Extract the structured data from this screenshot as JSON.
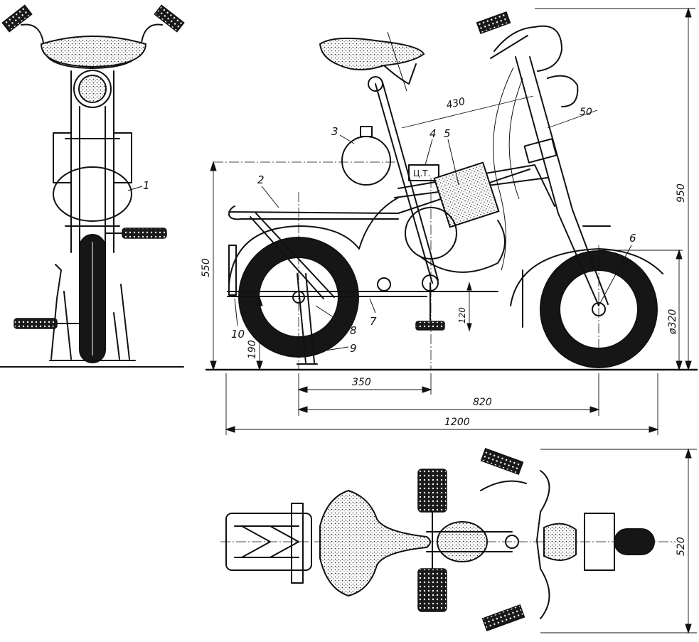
{
  "callouts": {
    "c1": "1",
    "c2": "2",
    "c3": "3",
    "c4": "4",
    "c5": "5",
    "c6": "6",
    "c7": "7",
    "c8": "8",
    "c9": "9",
    "c10": "10"
  },
  "tank_marking": "Ц.Т.",
  "dimensions": {
    "d430": "430",
    "d50": "50",
    "d950": "950",
    "d550": "550",
    "d320": "ø320",
    "d120": "120",
    "d190": "190",
    "d350": "350",
    "d820": "820",
    "d1200": "1200",
    "d520": "520"
  },
  "colors": {
    "ink": "#111111",
    "paper": "#ffffff"
  }
}
